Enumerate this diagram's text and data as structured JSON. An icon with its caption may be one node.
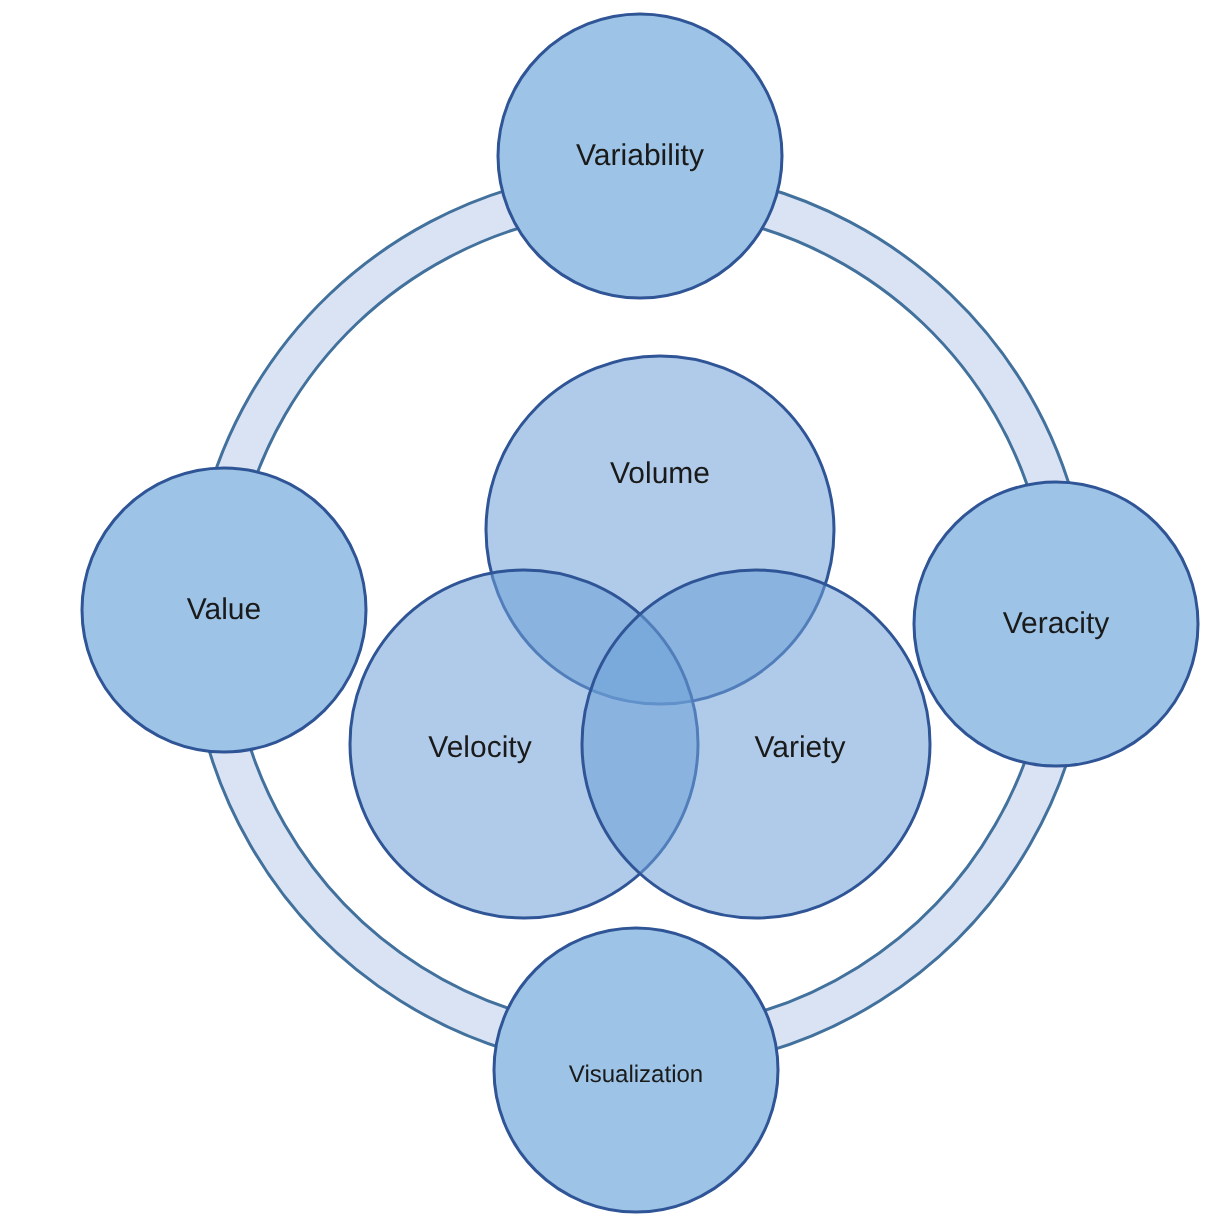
{
  "diagram": {
    "nodes": [
      {
        "text": [
          "Variability"
        ]
      },
      {
        "text": [
          "Value"
        ]
      },
      {
        "text": [
          "Veracity"
        ]
      },
      {
        "text": [
          "Volume"
        ]
      },
      {
        "text": [
          "Velocity"
        ]
      },
      {
        "text": [
          "Variety"
        ]
      },
      {
        "text": [
          "Visualization"
        ]
      }
    ]
  }
}
